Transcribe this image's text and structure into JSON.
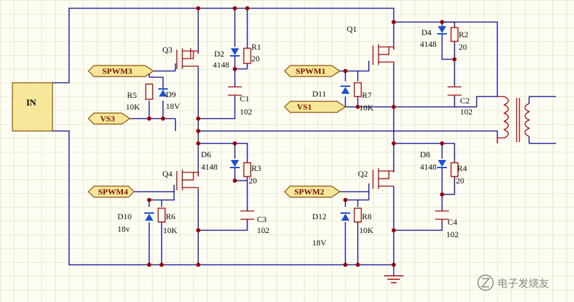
{
  "ports": {
    "in": "IN",
    "spwm3": "SPWM3",
    "spwm1": "SPWM1",
    "spwm4": "SPWM4",
    "spwm2": "SPWM2",
    "vs3": "VS3",
    "vs1": "VS1"
  },
  "components": {
    "q1": "Q1",
    "q2": "Q2",
    "q3": "Q3",
    "q4": "Q4",
    "d2": "D2",
    "d2_val": "4148",
    "r1": "R1",
    "r1_val": "20",
    "c1": "C1",
    "c1_val": "102",
    "r5": "R5",
    "r5_val": "10K",
    "d9": "D9",
    "d9_val": "18V",
    "d4": "D4",
    "d4_val": "4148",
    "r2": "R2",
    "r2_val": "20",
    "c2": "C2",
    "c2_val": "102",
    "d11": "D11",
    "r7": "R7",
    "r7_val": "10K",
    "d6": "D6",
    "d6_val": "4148",
    "r3": "R3",
    "r3_val": "20",
    "c3": "C3",
    "c3_val": "102",
    "d10": "D10",
    "d10_val": "18v",
    "r6": "R6",
    "r6_val": "10K",
    "d8": "D8",
    "d8_val": "4148",
    "r4": "R4",
    "r4_val": "20",
    "c4": "C4",
    "c4_val": "102",
    "d12": "D12",
    "d12_val": "18V",
    "r8": "R8",
    "r8_val": "10K"
  },
  "watermark": "电子发烧友",
  "colors": {
    "wire": "#00008b",
    "component": "#a00000",
    "port_fill": "#f6e79a",
    "grid": "#c9c9a8",
    "background": "#fdfdf3"
  }
}
